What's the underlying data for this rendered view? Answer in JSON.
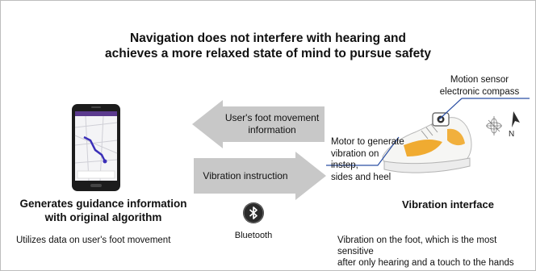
{
  "title": {
    "line1": "Navigation does not interfere with hearing and",
    "line2": "achieves a more relaxed state of mind to pursue safety"
  },
  "arrow_feedback": {
    "label": "User's foot movement information",
    "direction": "left",
    "color": "#c8c8c8"
  },
  "arrow_instruction": {
    "label": "Vibration instruction",
    "direction": "right",
    "color": "#c8c8c8"
  },
  "left_panel": {
    "heading_line1": "Generates guidance information",
    "heading_line2": "with original algorithm",
    "note": "Utilizes data on user's foot movement"
  },
  "bluetooth": {
    "label": "Bluetooth",
    "icon": "bluetooth-icon"
  },
  "right_panel": {
    "heading": "Vibration interface",
    "note_line1": "Vibration on the foot, which is the most sensitive",
    "note_line2": "after only hearing and a touch to the hands"
  },
  "callouts": {
    "motion_line1": "Motion sensor",
    "motion_line2": "electronic compass",
    "motor_line1": "Motor to generate",
    "motor_line2": "vibration on instep,",
    "motor_line3": "sides and heel",
    "compass_letter": "N"
  },
  "colors": {
    "leader_line": "#2b4fa3",
    "arrow_fill": "#c8c8c8",
    "shoe_accent": "#f0a31c"
  }
}
